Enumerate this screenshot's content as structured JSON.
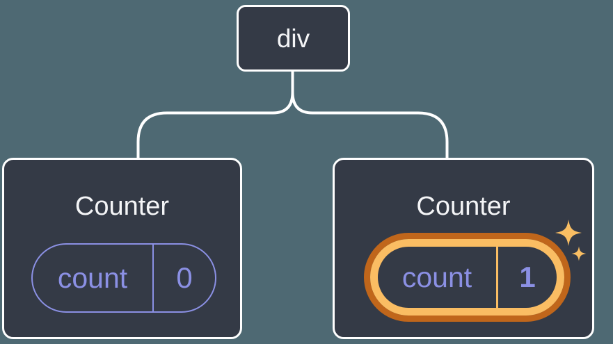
{
  "tree": {
    "root": {
      "label": "div"
    },
    "children": [
      {
        "title": "Counter",
        "state": {
          "name": "count",
          "value": "0"
        },
        "highlighted": false
      },
      {
        "title": "Counter",
        "state": {
          "name": "count",
          "value": "1"
        },
        "highlighted": true
      }
    ]
  },
  "icons": {
    "sparkle_large": "sparkle-icon",
    "sparkle_small": "sparkle-icon"
  },
  "colors": {
    "background": "#4E6973",
    "card": "#343A46",
    "cardBorder": "#FFFFFF",
    "connector": "#FFFFFF",
    "text": "#F4F5F7",
    "statePurple": "#8B90E4",
    "highlightOrangeDark": "#C0661B",
    "highlightOrangeLight": "#FABD63",
    "sparkle": "#F9BE63"
  }
}
